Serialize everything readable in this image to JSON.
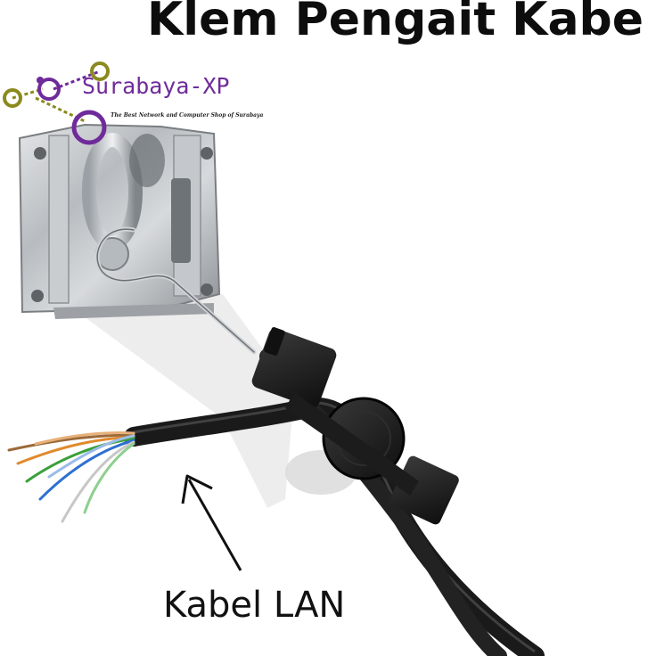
{
  "title": "Klem Pengait Kabe",
  "logo": {
    "name": "Surabaya-XP",
    "tagline": "The Best Network and Computer Shop of Surabaya"
  },
  "annotation": {
    "label": "Kabel LAN"
  },
  "colors": {
    "logo_purple": "#6f2b9a",
    "logo_olive": "#8a8a1e",
    "cable": "#1a1a1a"
  }
}
